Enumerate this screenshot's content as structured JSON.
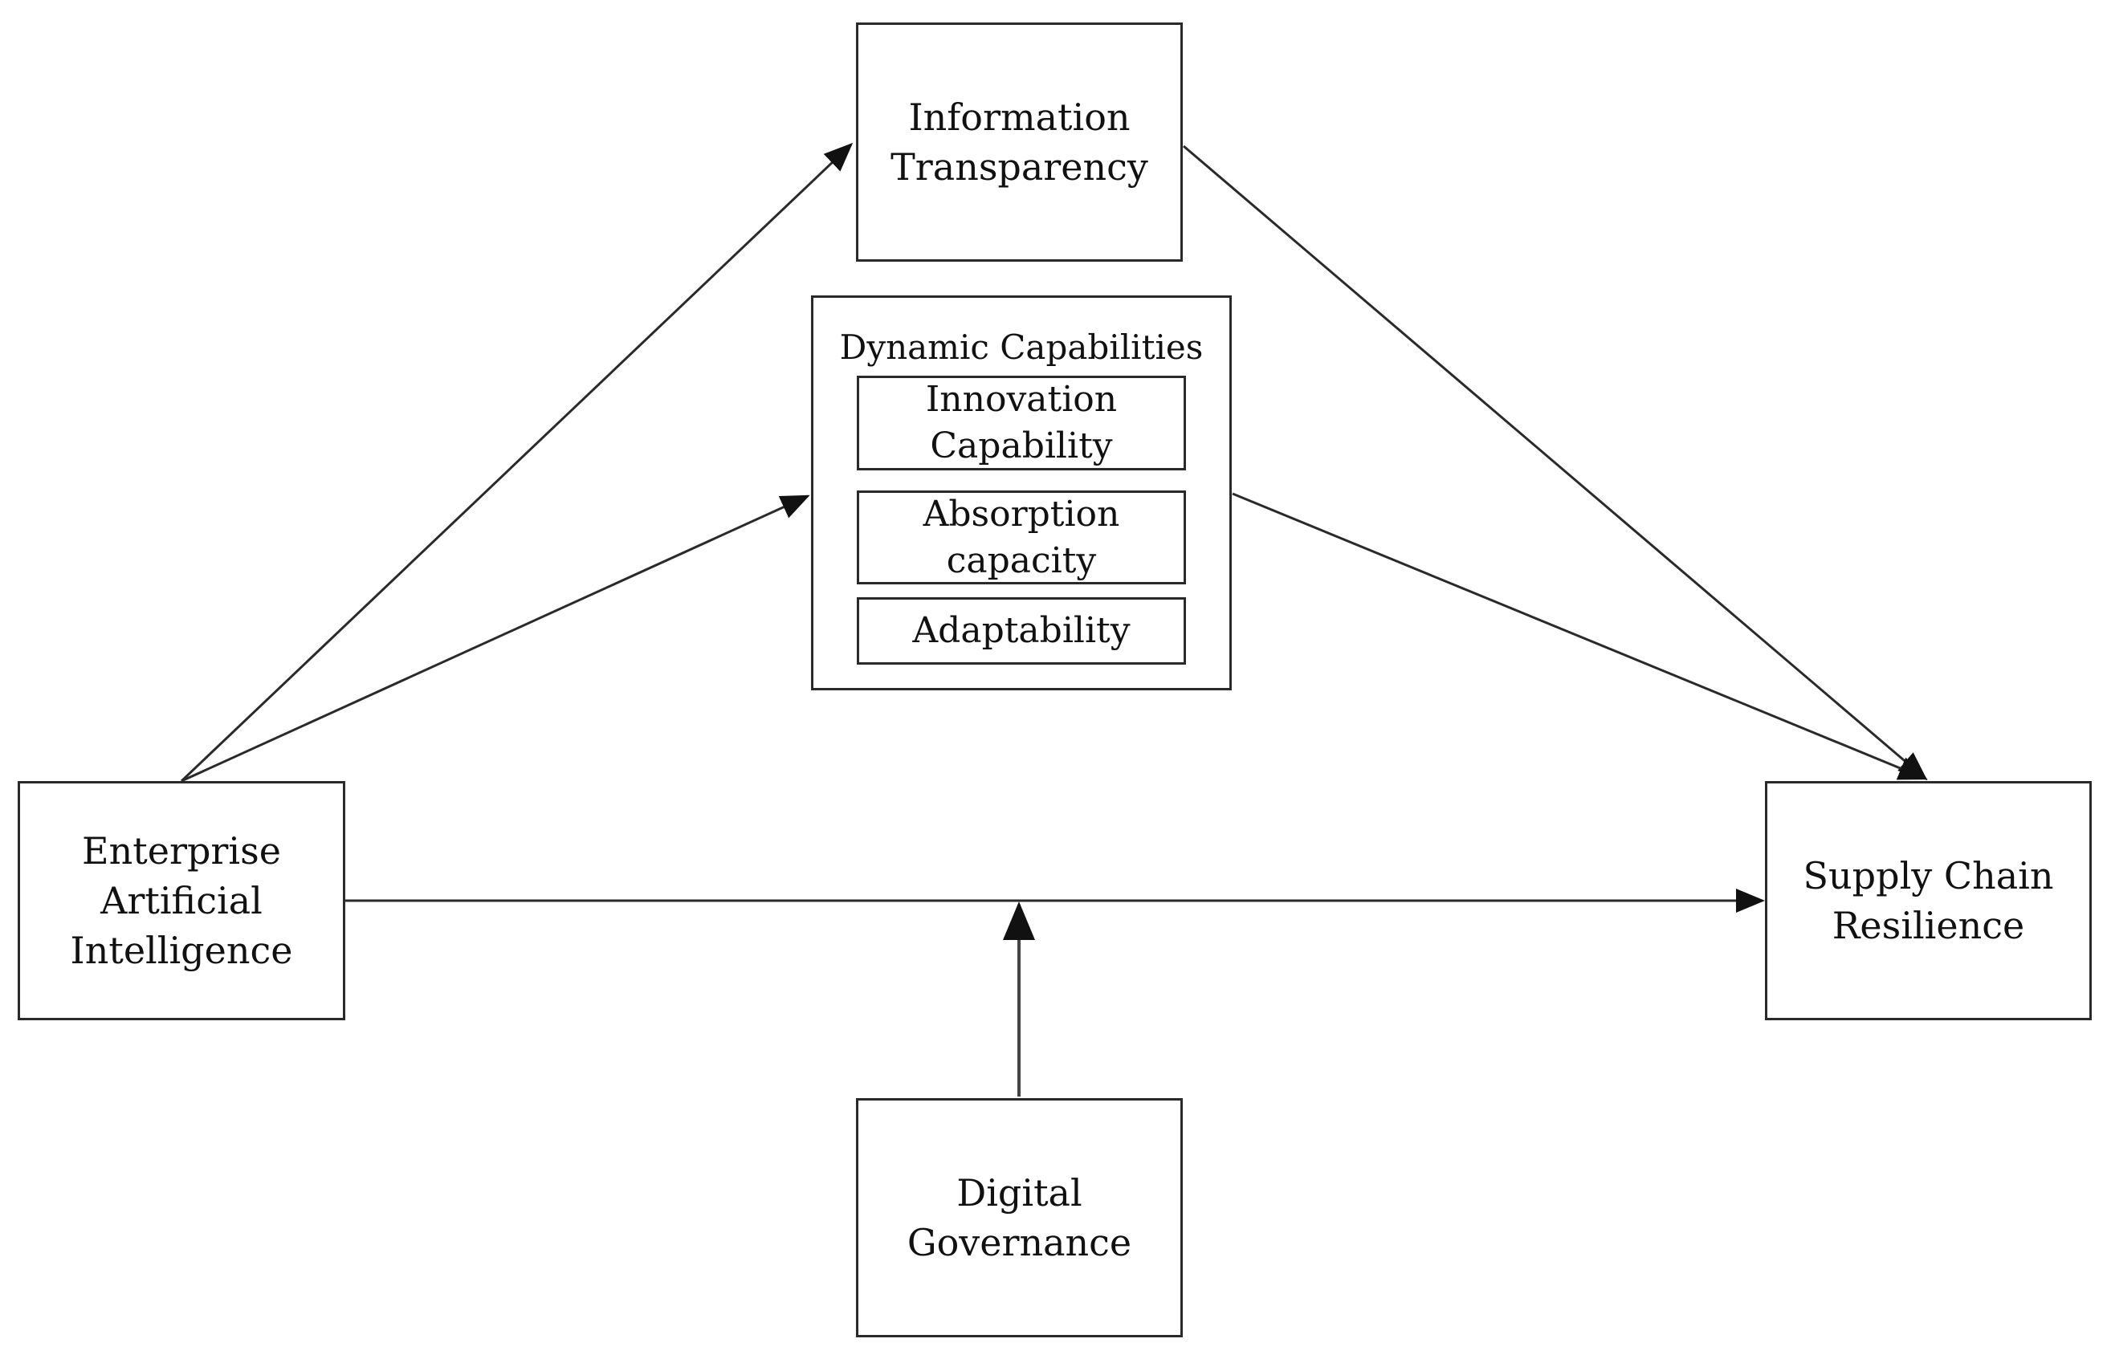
{
  "nodes": {
    "information_transparency": {
      "label": "Information\nTransparency"
    },
    "dynamic_capabilities": {
      "title": "Dynamic Capabilities",
      "items": [
        {
          "label": "Innovation\nCapability"
        },
        {
          "label": "Absorption\ncapacity"
        },
        {
          "label": "Adaptability"
        }
      ]
    },
    "enterprise_ai": {
      "label": "Enterprise\nArtificial\nIntelligence"
    },
    "supply_chain_resilience": {
      "label": "Supply Chain\nResilience"
    },
    "digital_governance": {
      "label": "Digital\nGovernance"
    }
  },
  "edges": [
    {
      "from": "Enterprise Artificial Intelligence",
      "to": "Information Transparency"
    },
    {
      "from": "Enterprise Artificial Intelligence",
      "to": "Dynamic Capabilities"
    },
    {
      "from": "Enterprise Artificial Intelligence",
      "to": "Supply Chain Resilience"
    },
    {
      "from": "Information Transparency",
      "to": "Supply Chain Resilience"
    },
    {
      "from": "Dynamic Capabilities",
      "to": "Supply Chain Resilience"
    },
    {
      "from": "Digital Governance",
      "to": "Enterprise Artificial Intelligence → Supply Chain Resilience"
    }
  ],
  "colors": {
    "stroke": "#2a2a2a",
    "background": "#ffffff",
    "text": "#111111"
  }
}
